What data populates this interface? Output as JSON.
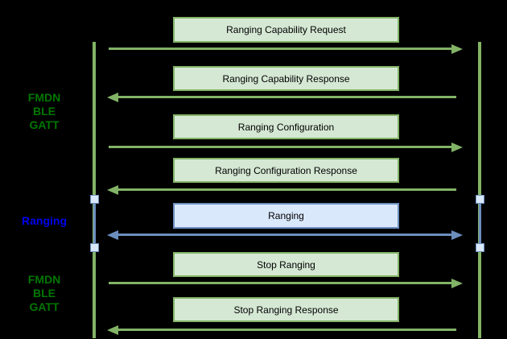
{
  "diagram": {
    "type": "sequence",
    "description": "FMDN BLE GATT ranging message flow between two lifelines"
  },
  "colors": {
    "background": "#000000",
    "green_fill": "#d5e8d4",
    "green_stroke": "#82b366",
    "green_text": "#007700",
    "blue_fill": "#dae8fc",
    "blue_stroke": "#6c8ebf",
    "blue_text": "#0000ee",
    "message_text": "#000000"
  },
  "side_labels": [
    {
      "id": "fmdn-ble-gatt-top",
      "lines": [
        "FMDN",
        "BLE",
        "GATT"
      ],
      "color": "green"
    },
    {
      "id": "ranging",
      "lines": [
        "Ranging"
      ],
      "color": "blue"
    },
    {
      "id": "fmdn-ble-gatt-bottom",
      "lines": [
        "FMDN",
        "BLE",
        "GATT"
      ],
      "color": "green"
    }
  ],
  "messages": [
    {
      "label": "Ranging Capability Request",
      "direction": "right",
      "style": "green"
    },
    {
      "label": "Ranging Capability Response",
      "direction": "left",
      "style": "green"
    },
    {
      "label": "Ranging Configuration",
      "direction": "right",
      "style": "green"
    },
    {
      "label": "Ranging Configuration Response",
      "direction": "left",
      "style": "green"
    },
    {
      "label": "Ranging",
      "direction": "both",
      "style": "blue"
    },
    {
      "label": "Stop Ranging",
      "direction": "right",
      "style": "green"
    },
    {
      "label": "Stop Ranging Response",
      "direction": "left",
      "style": "green"
    }
  ]
}
